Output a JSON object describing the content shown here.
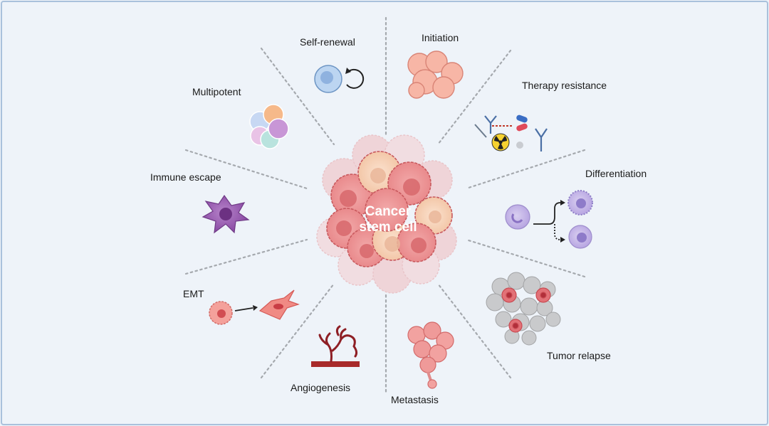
{
  "center": {
    "line1": "Cancer",
    "line2": "stem cell"
  },
  "labels": {
    "self_renewal": "Self-renewal",
    "initiation": "Initiation",
    "therapy_resistance": "Therapy resistance",
    "multipotent": "Multipotent",
    "immune_escape": "Immune escape",
    "differentiation": "Differentiation",
    "emt": "EMT",
    "angiogenesis": "Angiogenesis",
    "metastasis": "Metastasis",
    "tumor_relapse": "Tumor relapse"
  },
  "colors": {
    "background": "#eef3f9",
    "border": "#a9c1dc",
    "tumor_red": "#e77d80",
    "tumor_peach": "#f4c7a8",
    "purple": "#9b59b6",
    "blue_cell": "#a9c9ee",
    "vessel_red": "#a82a2a"
  }
}
